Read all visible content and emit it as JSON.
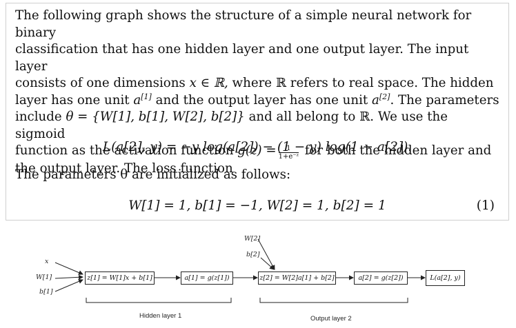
{
  "problem": {
    "intro": [
      "The following graph shows the structure of a simple neural network for binary",
      "classification that has one hidden layer and one output layer. The input layer",
      "consists of one dimensions",
      "where",
      "refers to real space. The hidden",
      "layer has one unit",
      "and the output layer has one unit",
      ". The parameters",
      "include",
      "and all belong to",
      ". We use the sigmoid",
      "function as the activation function",
      "for both the hidden layer and",
      "the output layer. The loss function"
    ],
    "math": {
      "x_in_R": "x ∈ ℝ,",
      "R": "ℝ",
      "R2": "ℝ",
      "a1": "a",
      "a1_sup": "[1]",
      "a2": "a",
      "a2_sup": "[2]",
      "theta_set": "θ = {W[1], b[1], W[2], b[2]}",
      "g_lhs": "g(z) =",
      "g_num": "1",
      "g_den": "1+e⁻ᶻ"
    },
    "loss_equation": "L(a[2], y) = −y log(a[2]) − (1 − y) log(1 − a[2]).",
    "init_text": "The parameters θ are initialized as follows:",
    "init_equation": "W[1] = 1, b[1] = −1, W[2] = 1, b[2] = 1",
    "equation_number": "(1)"
  },
  "diagram": {
    "inputs": [
      "x",
      "W[1]",
      "b[1]"
    ],
    "out_params": [
      "W[2]",
      "b[2]"
    ],
    "nodes": [
      "z[1] = W[1]x + b[1]",
      "a[1] = g(z[1])",
      "z[2] = W[2]a[1] + b[2]",
      "a[2] = g(z[2])",
      "L(a[2], y)"
    ],
    "hidden_label": "Hidden layer 1",
    "output_label": "Output layer 2"
  }
}
